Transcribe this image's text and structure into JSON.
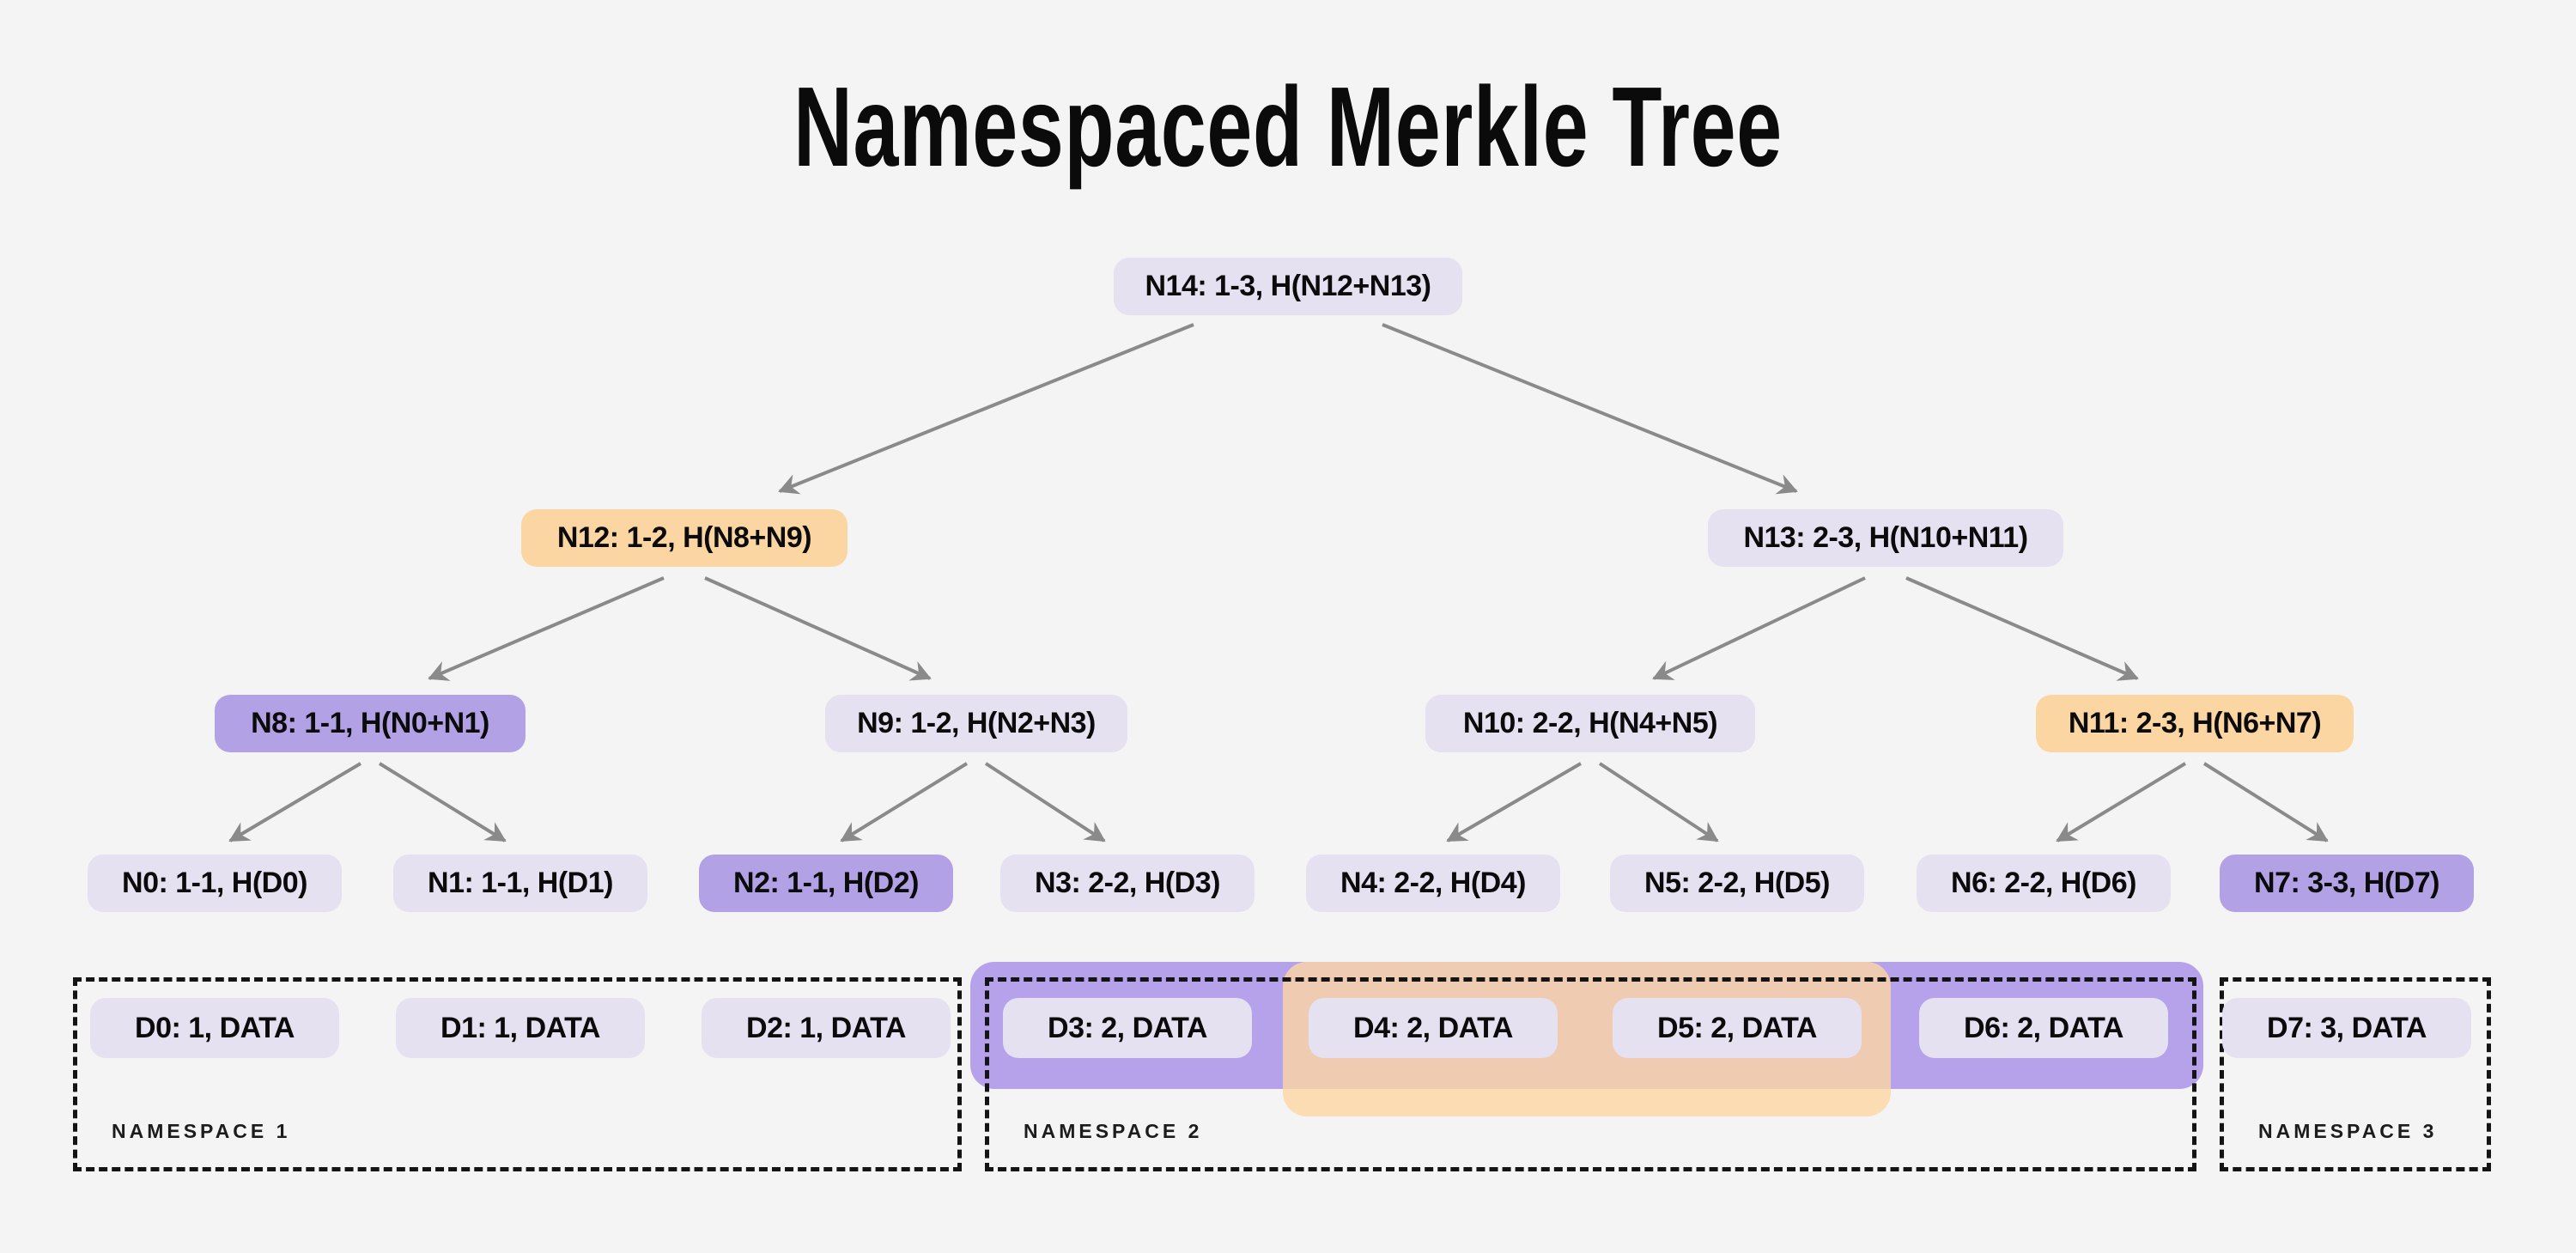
{
  "title": "Namespaced Merkle Tree",
  "colors": {
    "background": "#f5f4f5",
    "node_default": "#e5e1f1",
    "node_purple": "#b3a1e6",
    "node_orange": "#fcd6a2",
    "band_purple": "#b6a1eb",
    "band_orange": "#fcd6a2",
    "arrow": "#8a8a8a",
    "namespace_border": "#141414",
    "label_text": "#1c1c1c",
    "text": "#0b0b0b"
  },
  "tree": {
    "nodes": [
      {
        "id": "n14",
        "label": "N14: 1-3, H(N12+N13)",
        "variant": "default"
      },
      {
        "id": "n12",
        "label": "N12: 1-2, H(N8+N9)",
        "variant": "orange"
      },
      {
        "id": "n13",
        "label": "N13: 2-3, H(N10+N11)",
        "variant": "default"
      },
      {
        "id": "n8",
        "label": "N8: 1-1, H(N0+N1)",
        "variant": "purple"
      },
      {
        "id": "n9",
        "label": "N9: 1-2, H(N2+N3)",
        "variant": "default"
      },
      {
        "id": "n10",
        "label": "N10: 2-2, H(N4+N5)",
        "variant": "default"
      },
      {
        "id": "n11",
        "label": "N11: 2-3, H(N6+N7)",
        "variant": "orange"
      },
      {
        "id": "n0",
        "label": "N0: 1-1, H(D0)",
        "variant": "default"
      },
      {
        "id": "n1",
        "label": "N1: 1-1, H(D1)",
        "variant": "default"
      },
      {
        "id": "n2",
        "label": "N2: 1-1, H(D2)",
        "variant": "purple"
      },
      {
        "id": "n3",
        "label": "N3: 2-2, H(D3)",
        "variant": "default"
      },
      {
        "id": "n4",
        "label": "N4: 2-2, H(D4)",
        "variant": "default"
      },
      {
        "id": "n5",
        "label": "N5: 2-2, H(D5)",
        "variant": "default"
      },
      {
        "id": "n6",
        "label": "N6: 2-2, H(D6)",
        "variant": "default"
      },
      {
        "id": "n7",
        "label": "N7: 3-3, H(D7)",
        "variant": "purple"
      }
    ]
  },
  "data_row": [
    {
      "id": "d0",
      "label": "D0: 1, DATA"
    },
    {
      "id": "d1",
      "label": "D1: 1, DATA"
    },
    {
      "id": "d2",
      "label": "D2: 1, DATA"
    },
    {
      "id": "d3",
      "label": "D3: 2, DATA"
    },
    {
      "id": "d4",
      "label": "D4: 2, DATA"
    },
    {
      "id": "d5",
      "label": "D5: 2, DATA"
    },
    {
      "id": "d6",
      "label": "D6: 2, DATA"
    },
    {
      "id": "d7",
      "label": "D7: 3, DATA"
    }
  ],
  "namespaces": [
    {
      "label": "NAMESPACE 1"
    },
    {
      "label": "NAMESPACE 2"
    },
    {
      "label": "NAMESPACE 3"
    }
  ]
}
